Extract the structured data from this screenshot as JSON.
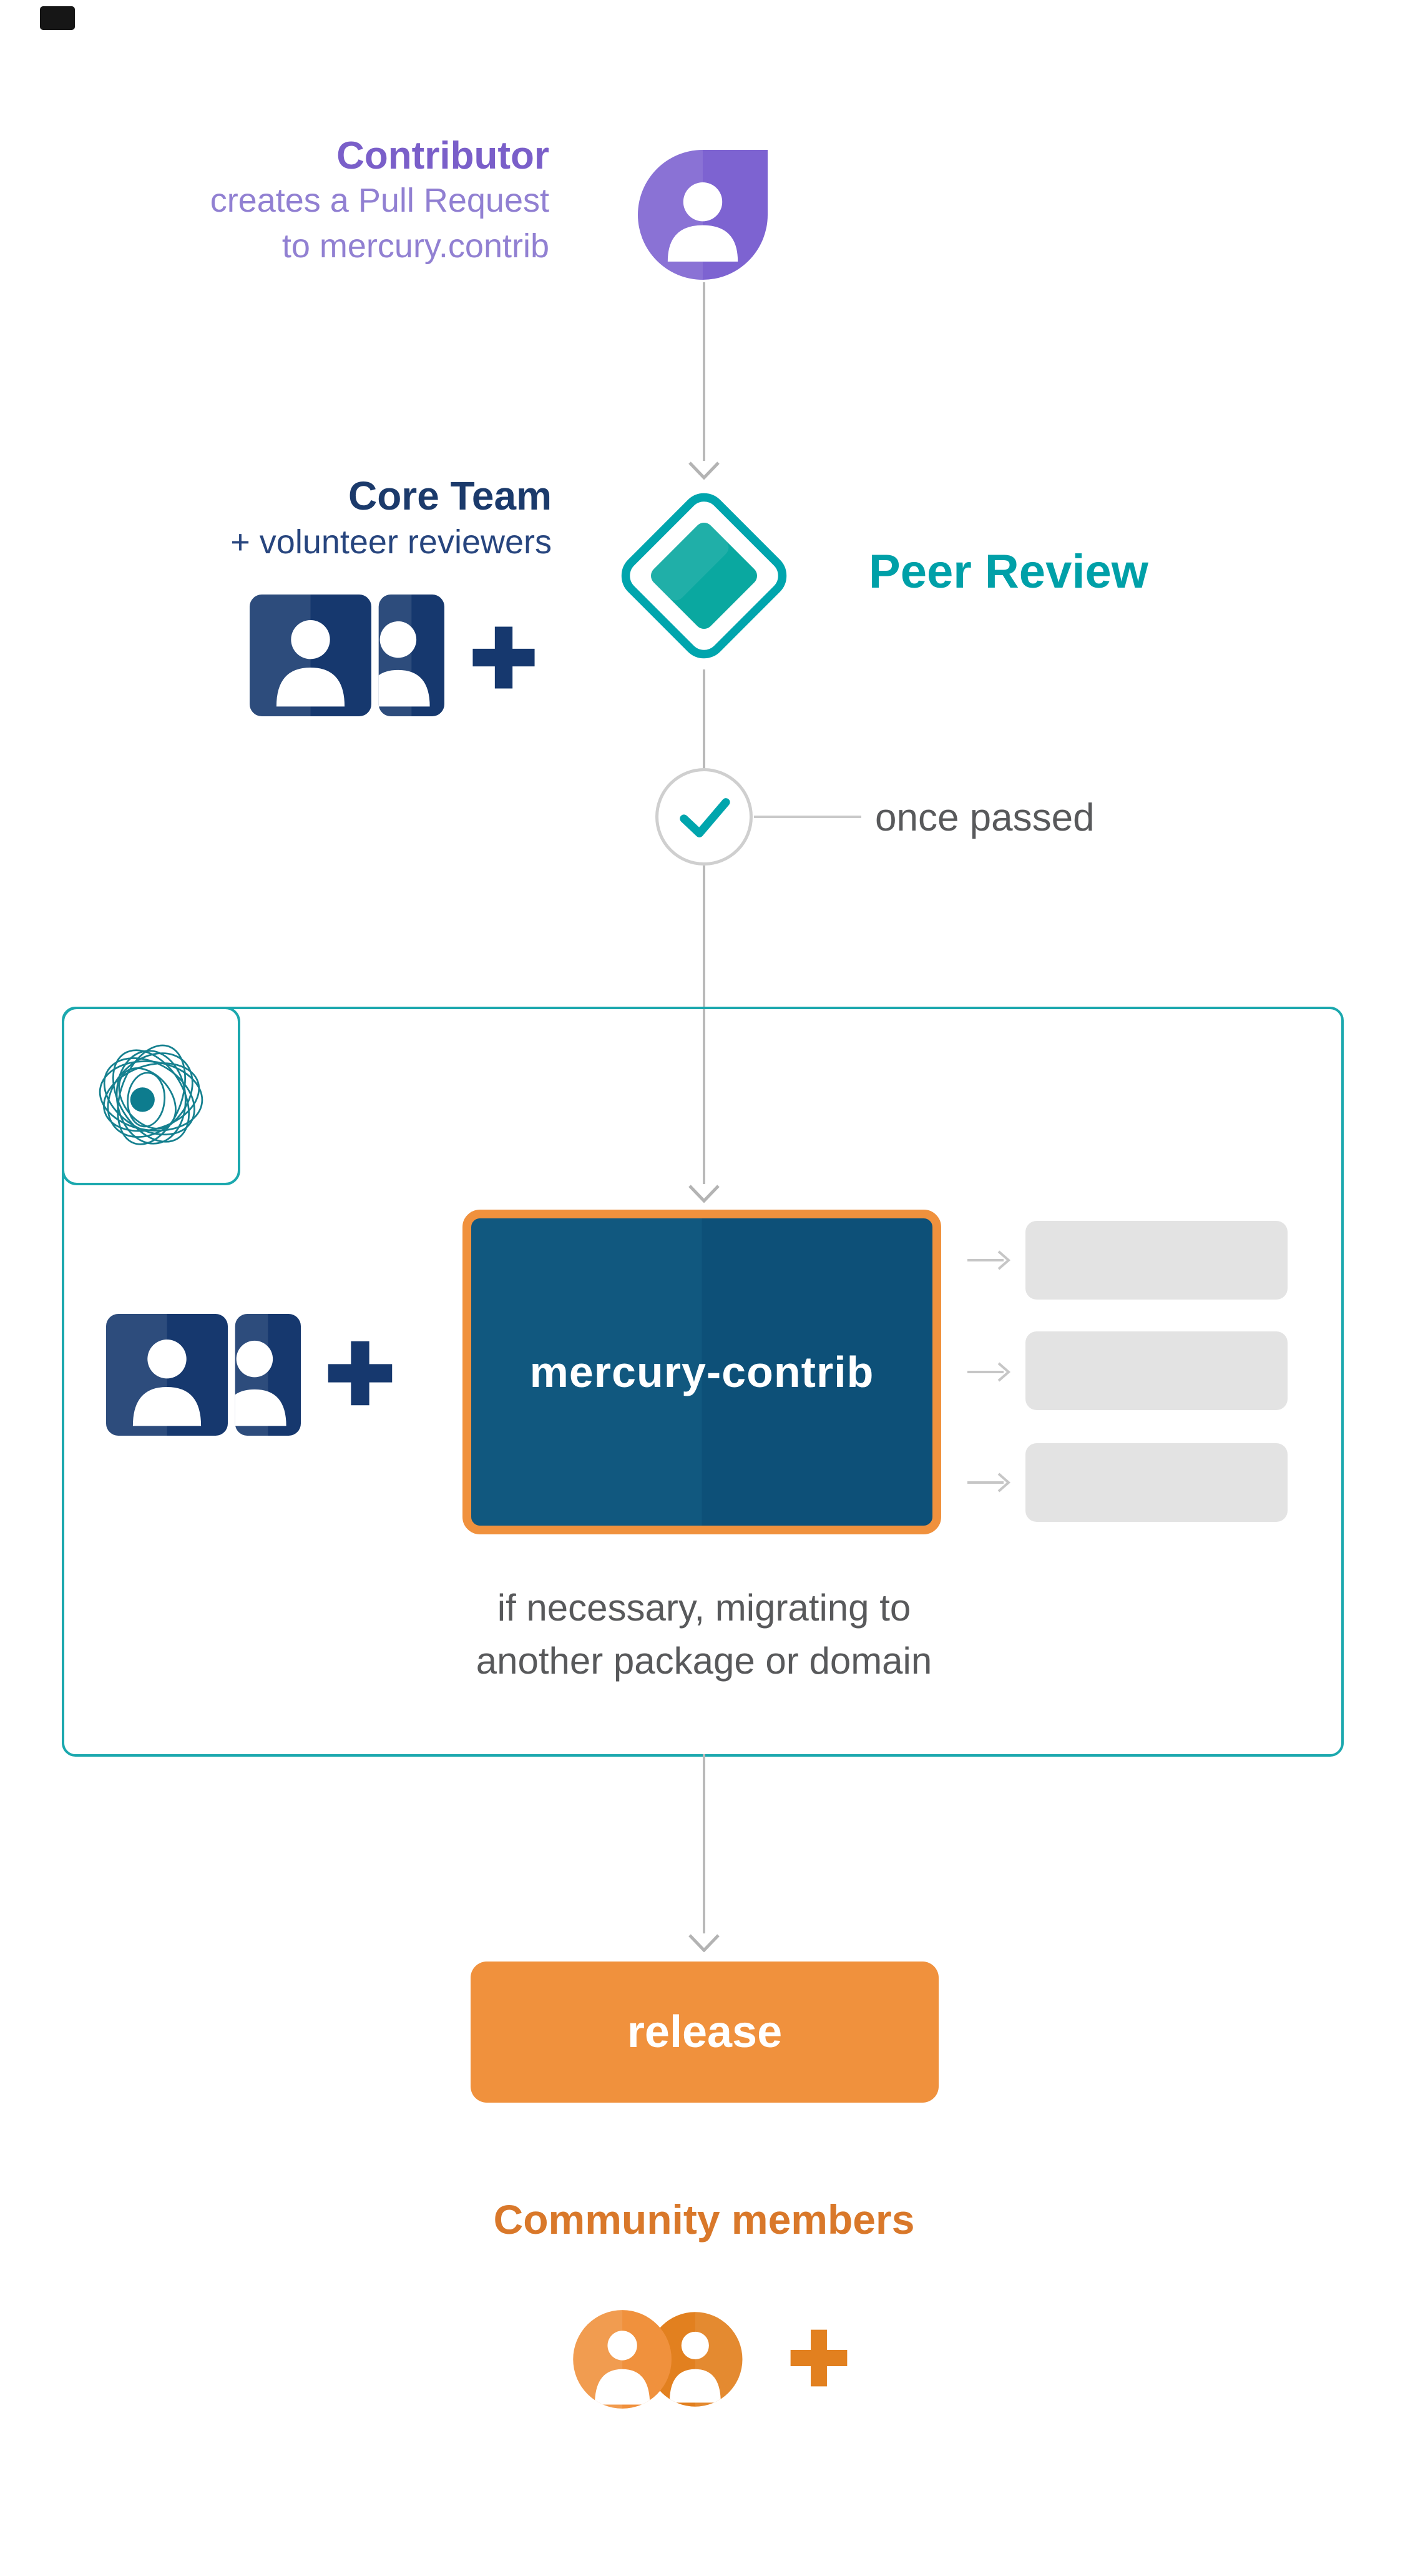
{
  "colors": {
    "purple": "#7b61cf",
    "navy": "#16386e",
    "teal": "#00a5ad",
    "orange": "#f0913d",
    "orange_dark": "#e2801f",
    "package_blue": "#0d5380",
    "gray_text": "#58595b",
    "gray_line": "#b9b9b9",
    "placeholder_gray": "#e3e3e3"
  },
  "contributor": {
    "title": "Contributor",
    "subtitle_line1": "creates a Pull Request",
    "subtitle_line2": "to mercury.contrib",
    "icon": "contributor-person-badge-icon"
  },
  "peer_review": {
    "label": "Peer Review",
    "team_title": "Core Team",
    "team_subtitle": "+ volunteer reviewers",
    "icon": "review-diamond-icon",
    "team_icon": "people-pair-icon"
  },
  "gate": {
    "label": "once passed",
    "icon": "checkmark-circle-icon"
  },
  "mercury_box": {
    "logo_icon": "mercury-spiral-logo-icon",
    "team_icon": "people-pair-icon",
    "package_label": "mercury-contrib",
    "caption_line1": "if necessary, migrating to",
    "caption_line2": "another package or domain",
    "placeholder_count": 3
  },
  "release": {
    "label": "release"
  },
  "community": {
    "title": "Community members",
    "icon": "people-circles-icon"
  }
}
